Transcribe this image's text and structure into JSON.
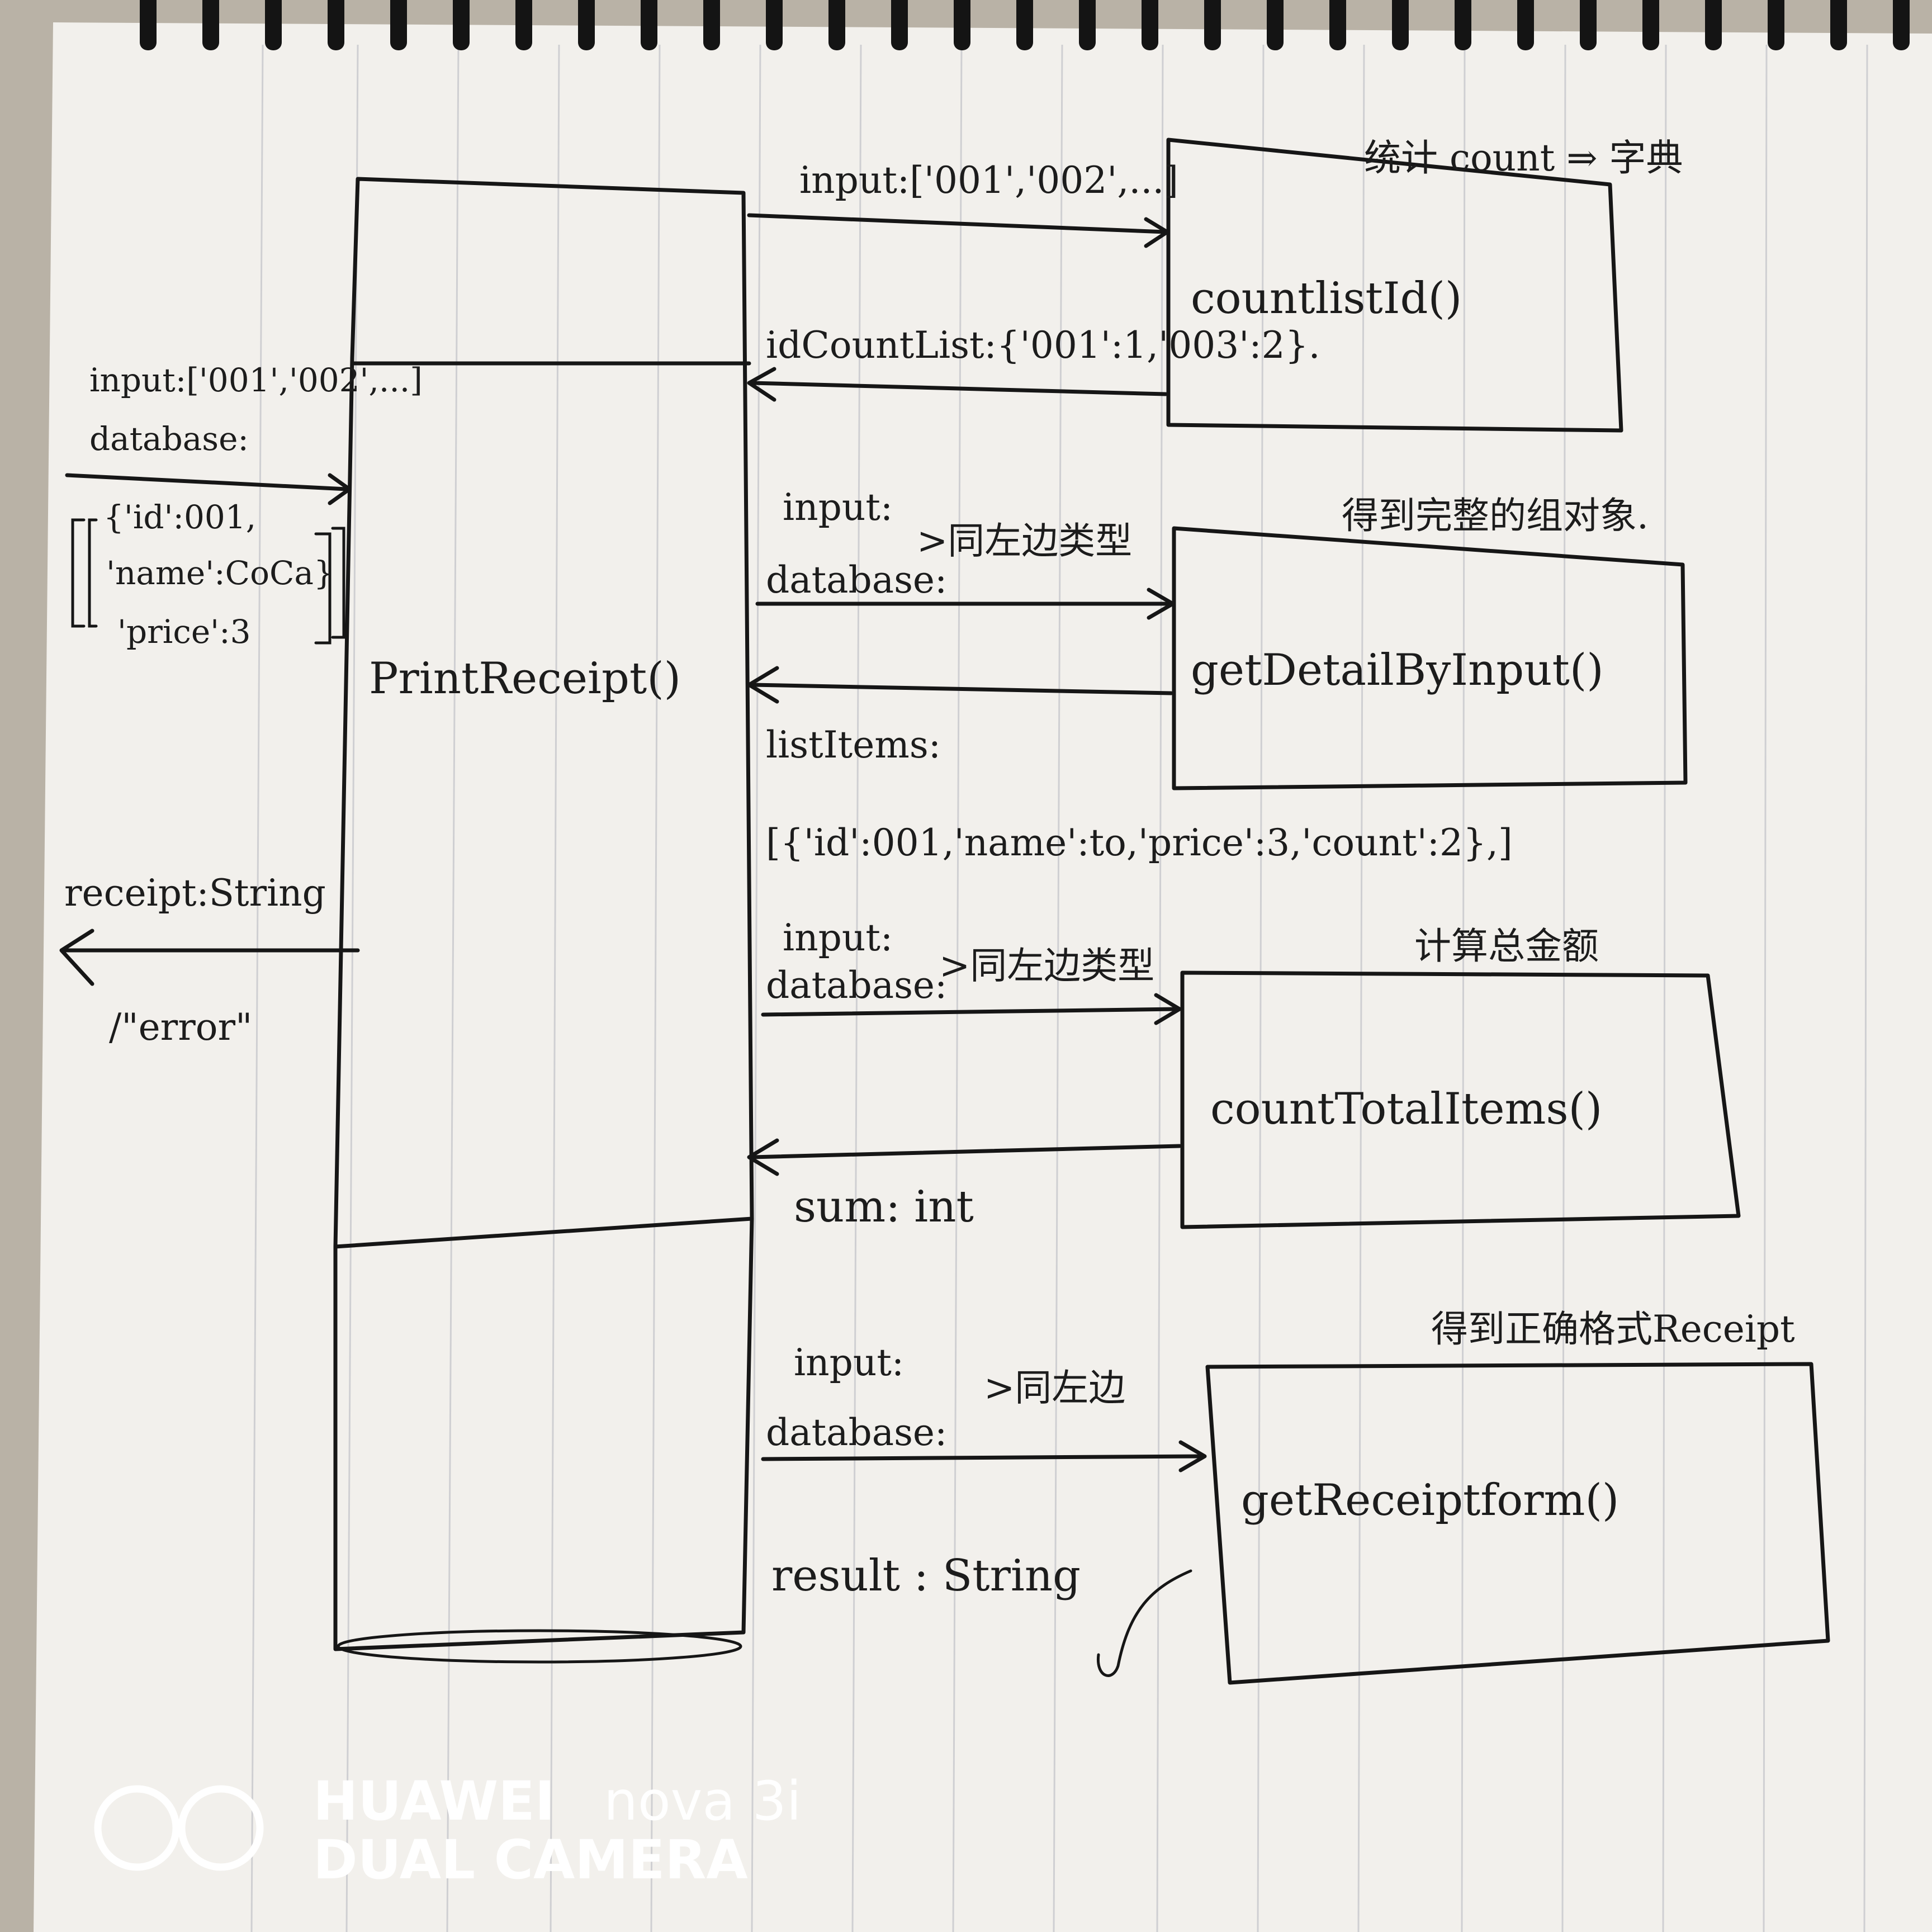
{
  "left_inputs": {
    "input_line": "input:['001','002',...]",
    "database_line": "database:",
    "db_id": "{'id':001,",
    "db_name": "'name':CoCa}",
    "db_price": "'price':3"
  },
  "left_outputs": {
    "receipt_line": "receipt:String",
    "error_line": "/\"error\""
  },
  "main_function": "PrintReceipt()",
  "steps": [
    {
      "function": "countlistId()",
      "note": "统计 count ⇒ 字典",
      "input": "input:['001','002',...]",
      "output": "idCountList:{'001':1,'003':2}."
    },
    {
      "function": "getDetailByInput()",
      "note": "得到完整的组对象.",
      "input_a": "input:",
      "input_b": "database:",
      "input_tail": ">同左边类型",
      "output_label": "listItems:",
      "output_value": "[{'id':001,'name':to,'price':3,'count':2},]"
    },
    {
      "function": "countTotalItems()",
      "note": "计算总金额",
      "input_a": "input:",
      "input_b": "database:",
      "input_tail": ">同左边类型",
      "output": "sum: int"
    },
    {
      "function": "getReceiptform()",
      "note": "得到正确格式Receipt",
      "input_a": "input:",
      "input_b": "database:",
      "input_tail": ">同左边",
      "output": "result : String"
    }
  ],
  "watermark": {
    "brand": "HUAWEI",
    "model": "nova 3i",
    "camera": "DUAL CAMERA"
  }
}
